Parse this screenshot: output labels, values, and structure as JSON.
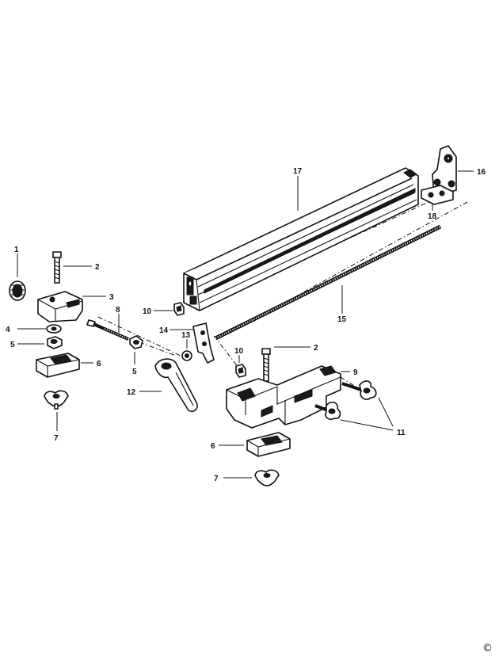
{
  "callouts": {
    "c1": "1",
    "c2a": "2",
    "c3": "3",
    "c4": "4",
    "c5a": "5",
    "c6a": "6",
    "c7a": "7",
    "c8": "8",
    "c5b": "5",
    "c10a": "10",
    "c13": "13",
    "c14": "14",
    "c12": "12",
    "c2b": "2",
    "c10b": "10",
    "c9": "9",
    "c11": "11",
    "c6b": "6",
    "c7b": "7",
    "c15": "15",
    "c17": "17",
    "c16": "16",
    "c18": "18"
  },
  "copyright": "©"
}
